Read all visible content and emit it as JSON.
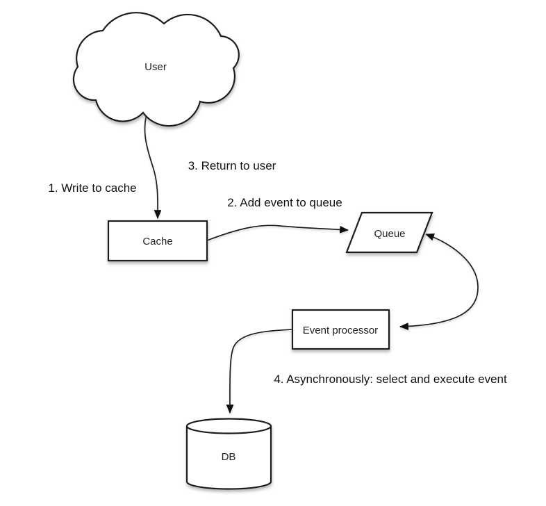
{
  "diagram": {
    "type": "flow-diagram",
    "background": "#ffffff",
    "colors": {
      "line": "#1a1a1a",
      "node_fill": "#ffffff",
      "node_text": "#222222",
      "label_text": "#111111",
      "shadow": "#777777"
    },
    "nodes": {
      "user": {
        "label": "User",
        "shape": "cloud"
      },
      "cache": {
        "label": "Cache",
        "shape": "rectangle"
      },
      "queue": {
        "label": "Queue",
        "shape": "parallelogram"
      },
      "event_processor": {
        "label": "Event processor",
        "shape": "rectangle"
      },
      "db": {
        "label": "DB",
        "shape": "cylinder"
      }
    },
    "steps": {
      "step1": {
        "label": "1. Write to cache"
      },
      "step2": {
        "label": "2. Add event to queue"
      },
      "step3": {
        "label": "3. Return to user"
      },
      "step4": {
        "label": "4. Asynchronously: select and execute event"
      }
    },
    "edges": [
      {
        "from": "user",
        "to": "cache",
        "arrow": "single"
      },
      {
        "from": "cache",
        "to": "queue",
        "arrow": "single"
      },
      {
        "from": "queue",
        "to": "event_processor",
        "arrow": "double"
      },
      {
        "from": "event_processor",
        "to": "db",
        "arrow": "single"
      }
    ]
  }
}
